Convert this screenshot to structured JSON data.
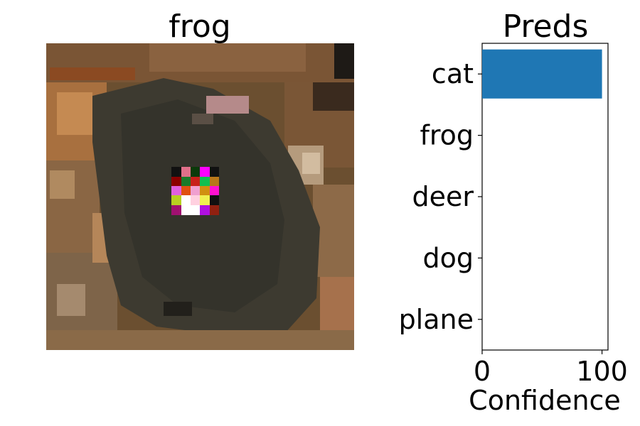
{
  "image_panel": {
    "title": "frog"
  },
  "chart_data": {
    "type": "bar",
    "orientation": "horizontal",
    "title": "Preds",
    "xlabel": "Confidence",
    "ylabel": "",
    "categories": [
      "cat",
      "frog",
      "deer",
      "dog",
      "plane"
    ],
    "values": [
      100,
      0,
      0,
      0,
      0
    ],
    "xlim": [
      0,
      105
    ],
    "xticks": [
      "0",
      "100"
    ],
    "bar_color": "#1f77b4",
    "grid": false,
    "legend": "none"
  }
}
